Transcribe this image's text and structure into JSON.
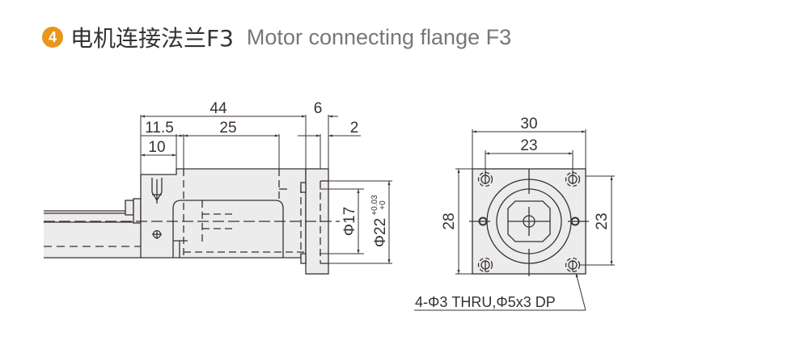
{
  "title": {
    "badge_number": "4",
    "chinese": "电机连接法兰F3",
    "english": "Motor connecting flange F3",
    "badge_color": "#E8961C"
  },
  "side_view": {
    "dimensions": {
      "overall_length": "44",
      "offset_1": "11.5",
      "body_length": "25",
      "offset_2": "10",
      "flange_thickness": "6",
      "spigot_depth": "2",
      "bore_diameter": "Φ17",
      "spigot_diameter": "Φ22",
      "spigot_tol_upper": "+0.03",
      "spigot_tol_lower": "+0"
    }
  },
  "front_view": {
    "dimensions": {
      "width": "30",
      "hole_pitch_x": "23",
      "height": "28",
      "hole_pitch_y": "23"
    },
    "hole_note": "4-Φ3 THRU,Φ5x3 DP"
  },
  "colors": {
    "line": "#3a3030",
    "fill": "#ececec"
  }
}
